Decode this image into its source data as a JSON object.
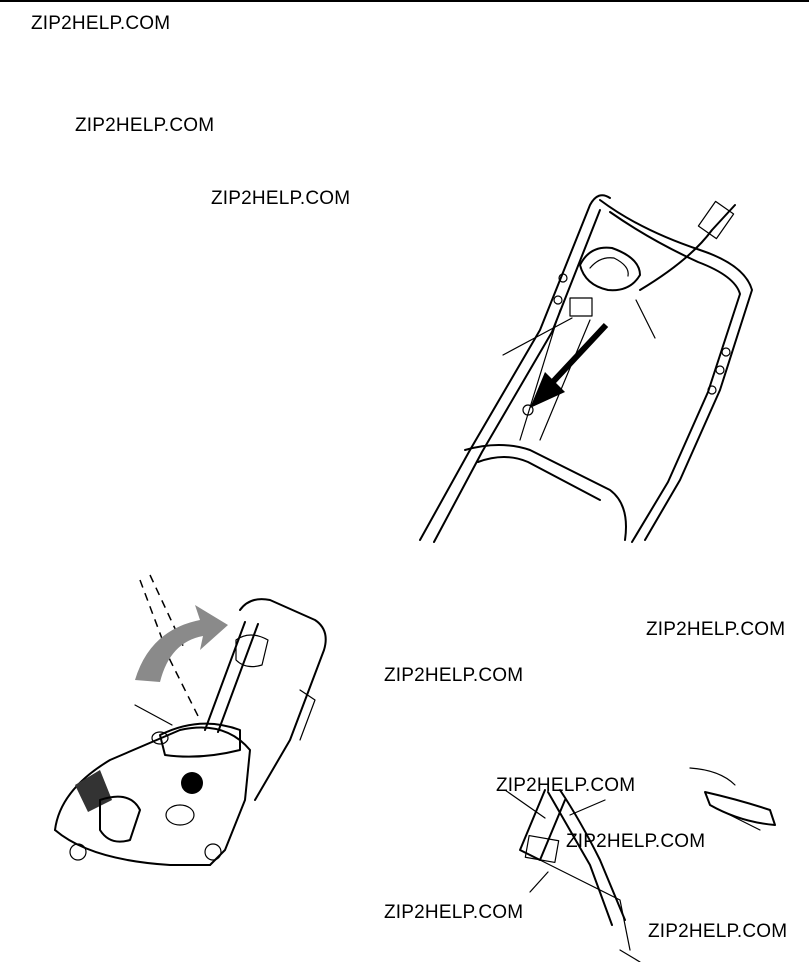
{
  "watermarks": [
    "ZIP2HELP.COM",
    "ZIP2HELP.COM",
    "ZIP2HELP.COM",
    "ZIP2HELP.COM",
    "ZIP2HELP.COM",
    "ZIP2HELP.COM",
    "ZIP2HELP.COM",
    "ZIP2HELP.COM",
    "ZIP2HELP.COM"
  ],
  "figures": {
    "handle_assembly": "illustration",
    "snow_thrower": "illustration",
    "chute_bracket": "illustration"
  },
  "colors": {
    "ink": "#000000",
    "arrow_gray": "#8a8a8a",
    "paper": "#ffffff"
  }
}
